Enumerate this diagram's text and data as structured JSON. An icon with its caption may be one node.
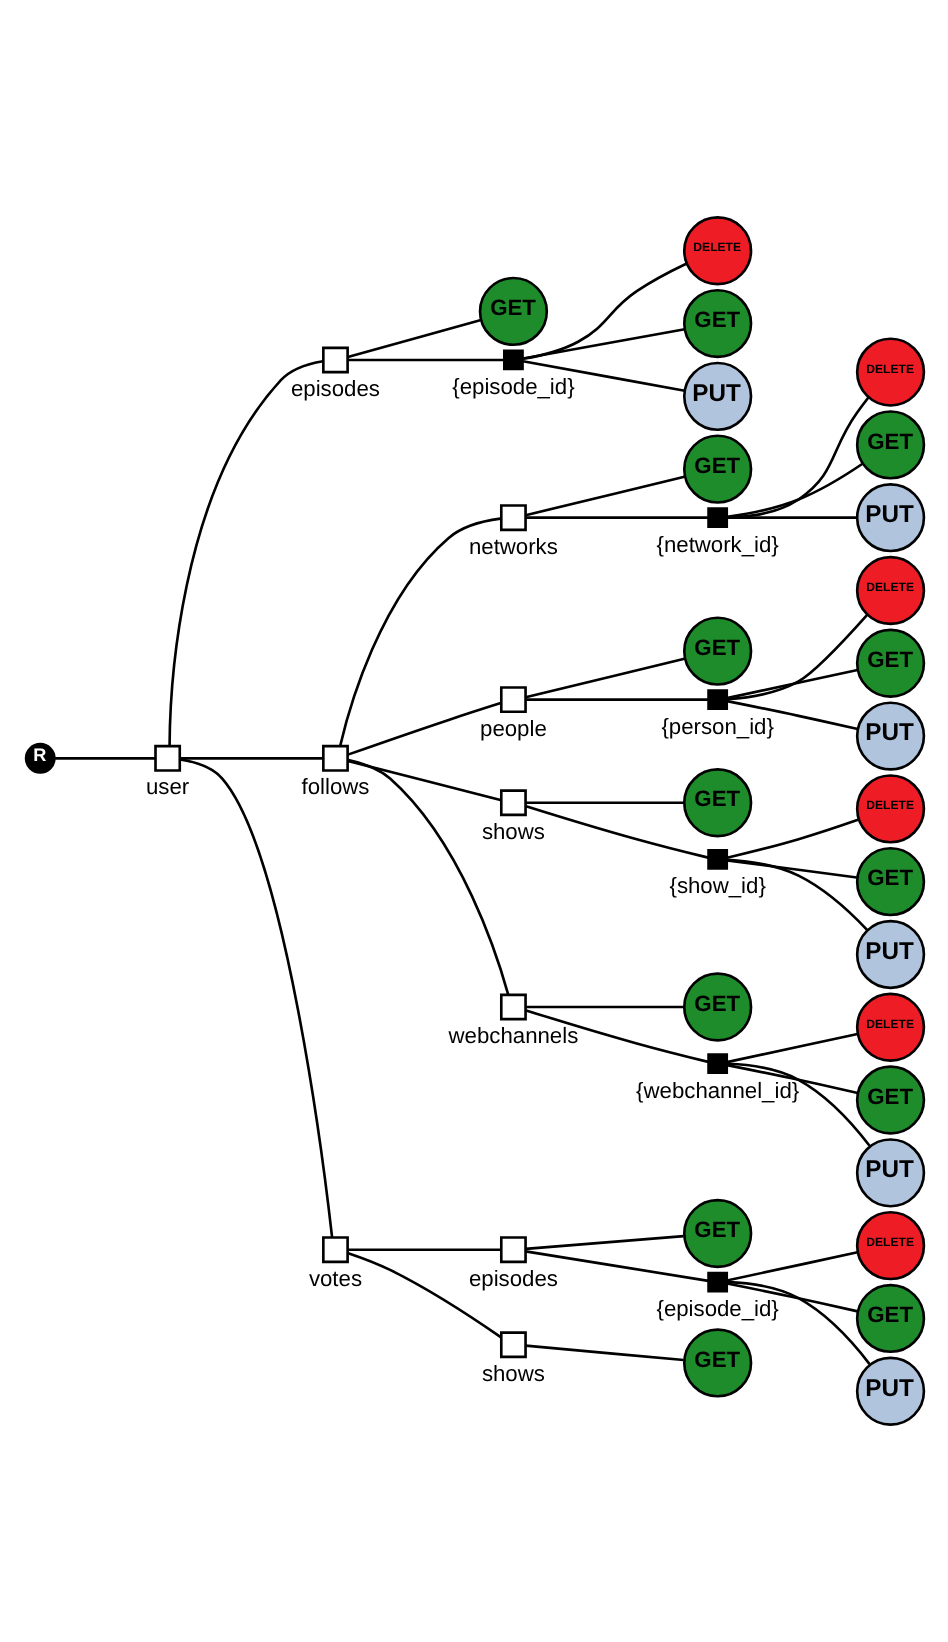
{
  "diagram": {
    "nodes": [
      {
        "text": [
          "R"
        ]
      },
      {
        "text": [],
        "shape": "box",
        "beside": [
          "user"
        ]
      },
      {
        "text": [],
        "shape": "box",
        "beside": [
          "episodes"
        ]
      },
      {
        "text": [
          "GET"
        ]
      },
      {
        "text": [],
        "shape": "box",
        "beside": [
          "{episode_id}"
        ]
      },
      {
        "text": [
          "DELETE"
        ]
      },
      {
        "text": [
          "GET"
        ]
      },
      {
        "text": [
          "PUT"
        ]
      },
      {
        "text": [],
        "shape": "box",
        "beside": [
          "follows"
        ]
      },
      {
        "text": [],
        "shape": "box",
        "beside": [
          "networks"
        ]
      },
      {
        "text": [
          "GET"
        ]
      },
      {
        "text": [],
        "shape": "box",
        "beside": [
          "{network_id}"
        ]
      },
      {
        "text": [
          "DELETE"
        ]
      },
      {
        "text": [
          "GET"
        ]
      },
      {
        "text": [
          "PUT"
        ]
      },
      {
        "text": [],
        "shape": "box",
        "beside": [
          "people"
        ]
      },
      {
        "text": [
          "GET"
        ]
      },
      {
        "text": [],
        "shape": "box",
        "beside": [
          "{person_id}"
        ]
      },
      {
        "text": [
          "DELETE"
        ]
      },
      {
        "text": [
          "GET"
        ]
      },
      {
        "text": [
          "PUT"
        ]
      },
      {
        "text": [],
        "shape": "box",
        "beside": [
          "shows"
        ]
      },
      {
        "text": [
          "GET"
        ]
      },
      {
        "text": [],
        "shape": "box",
        "beside": [
          "{show_id}"
        ]
      },
      {
        "text": [
          "DELETE"
        ]
      },
      {
        "text": [
          "GET"
        ]
      },
      {
        "text": [
          "PUT"
        ]
      },
      {
        "text": [],
        "shape": "box",
        "beside": [
          "webchannels"
        ]
      },
      {
        "text": [
          "GET"
        ]
      },
      {
        "text": [],
        "shape": "box",
        "beside": [
          "{webchannel_id}"
        ]
      },
      {
        "text": [
          "DELETE"
        ]
      },
      {
        "text": [
          "GET"
        ]
      },
      {
        "text": [
          "PUT"
        ]
      },
      {
        "text": [],
        "shape": "box",
        "beside": [
          "votes"
        ]
      },
      {
        "text": [],
        "shape": "box",
        "beside": [
          "episodes"
        ]
      },
      {
        "text": [
          "GET"
        ]
      },
      {
        "text": [],
        "shape": "box",
        "beside": [
          "{episode_id}"
        ]
      },
      {
        "text": [
          "DELETE"
        ]
      },
      {
        "text": [
          "GET"
        ]
      },
      {
        "text": [
          "PUT"
        ]
      },
      {
        "text": [],
        "shape": "box",
        "beside": [
          "shows"
        ]
      },
      {
        "text": [
          "GET"
        ]
      }
    ],
    "edges": [
      {
        "from": 0,
        "to": 1,
        "arrow": "none"
      },
      {
        "from": 1,
        "to": 2,
        "arrow": "none"
      },
      {
        "from": 2,
        "to": 3,
        "arrow": "none"
      },
      {
        "from": 2,
        "to": 4,
        "arrow": "none"
      },
      {
        "from": 4,
        "to": 5,
        "arrow": "none"
      },
      {
        "from": 4,
        "to": 6,
        "arrow": "none"
      },
      {
        "from": 4,
        "to": 7,
        "arrow": "none"
      },
      {
        "from": 1,
        "to": 8,
        "arrow": "none"
      },
      {
        "from": 8,
        "to": 9,
        "arrow": "none"
      },
      {
        "from": 9,
        "to": 10,
        "arrow": "none"
      },
      {
        "from": 9,
        "to": 11,
        "arrow": "none"
      },
      {
        "from": 11,
        "to": 12,
        "arrow": "none"
      },
      {
        "from": 11,
        "to": 13,
        "arrow": "none"
      },
      {
        "from": 11,
        "to": 14,
        "arrow": "none"
      },
      {
        "from": 8,
        "to": 15,
        "arrow": "none"
      },
      {
        "from": 15,
        "to": 16,
        "arrow": "none"
      },
      {
        "from": 15,
        "to": 17,
        "arrow": "none"
      },
      {
        "from": 17,
        "to": 18,
        "arrow": "none"
      },
      {
        "from": 17,
        "to": 19,
        "arrow": "none"
      },
      {
        "from": 17,
        "to": 20,
        "arrow": "none"
      },
      {
        "from": 8,
        "to": 21,
        "arrow": "none"
      },
      {
        "from": 21,
        "to": 22,
        "arrow": "none"
      },
      {
        "from": 21,
        "to": 23,
        "arrow": "none"
      },
      {
        "from": 23,
        "to": 24,
        "arrow": "none"
      },
      {
        "from": 23,
        "to": 25,
        "arrow": "none"
      },
      {
        "from": 23,
        "to": 26,
        "arrow": "none"
      },
      {
        "from": 8,
        "to": 27,
        "arrow": "none"
      },
      {
        "from": 27,
        "to": 28,
        "arrow": "none"
      },
      {
        "from": 27,
        "to": 29,
        "arrow": "none"
      },
      {
        "from": 29,
        "to": 30,
        "arrow": "none"
      },
      {
        "from": 29,
        "to": 31,
        "arrow": "none"
      },
      {
        "from": 29,
        "to": 32,
        "arrow": "none"
      },
      {
        "from": 1,
        "to": 33,
        "arrow": "none"
      },
      {
        "from": 33,
        "to": 34,
        "arrow": "none"
      },
      {
        "from": 34,
        "to": 35,
        "arrow": "none"
      },
      {
        "from": 34,
        "to": 36,
        "arrow": "none"
      },
      {
        "from": 36,
        "to": 37,
        "arrow": "none"
      },
      {
        "from": 36,
        "to": 38,
        "arrow": "none"
      },
      {
        "from": 36,
        "to": 39,
        "arrow": "none"
      },
      {
        "from": 33,
        "to": 40,
        "arrow": "none"
      },
      {
        "from": 40,
        "to": 41,
        "arrow": "none"
      }
    ]
  }
}
